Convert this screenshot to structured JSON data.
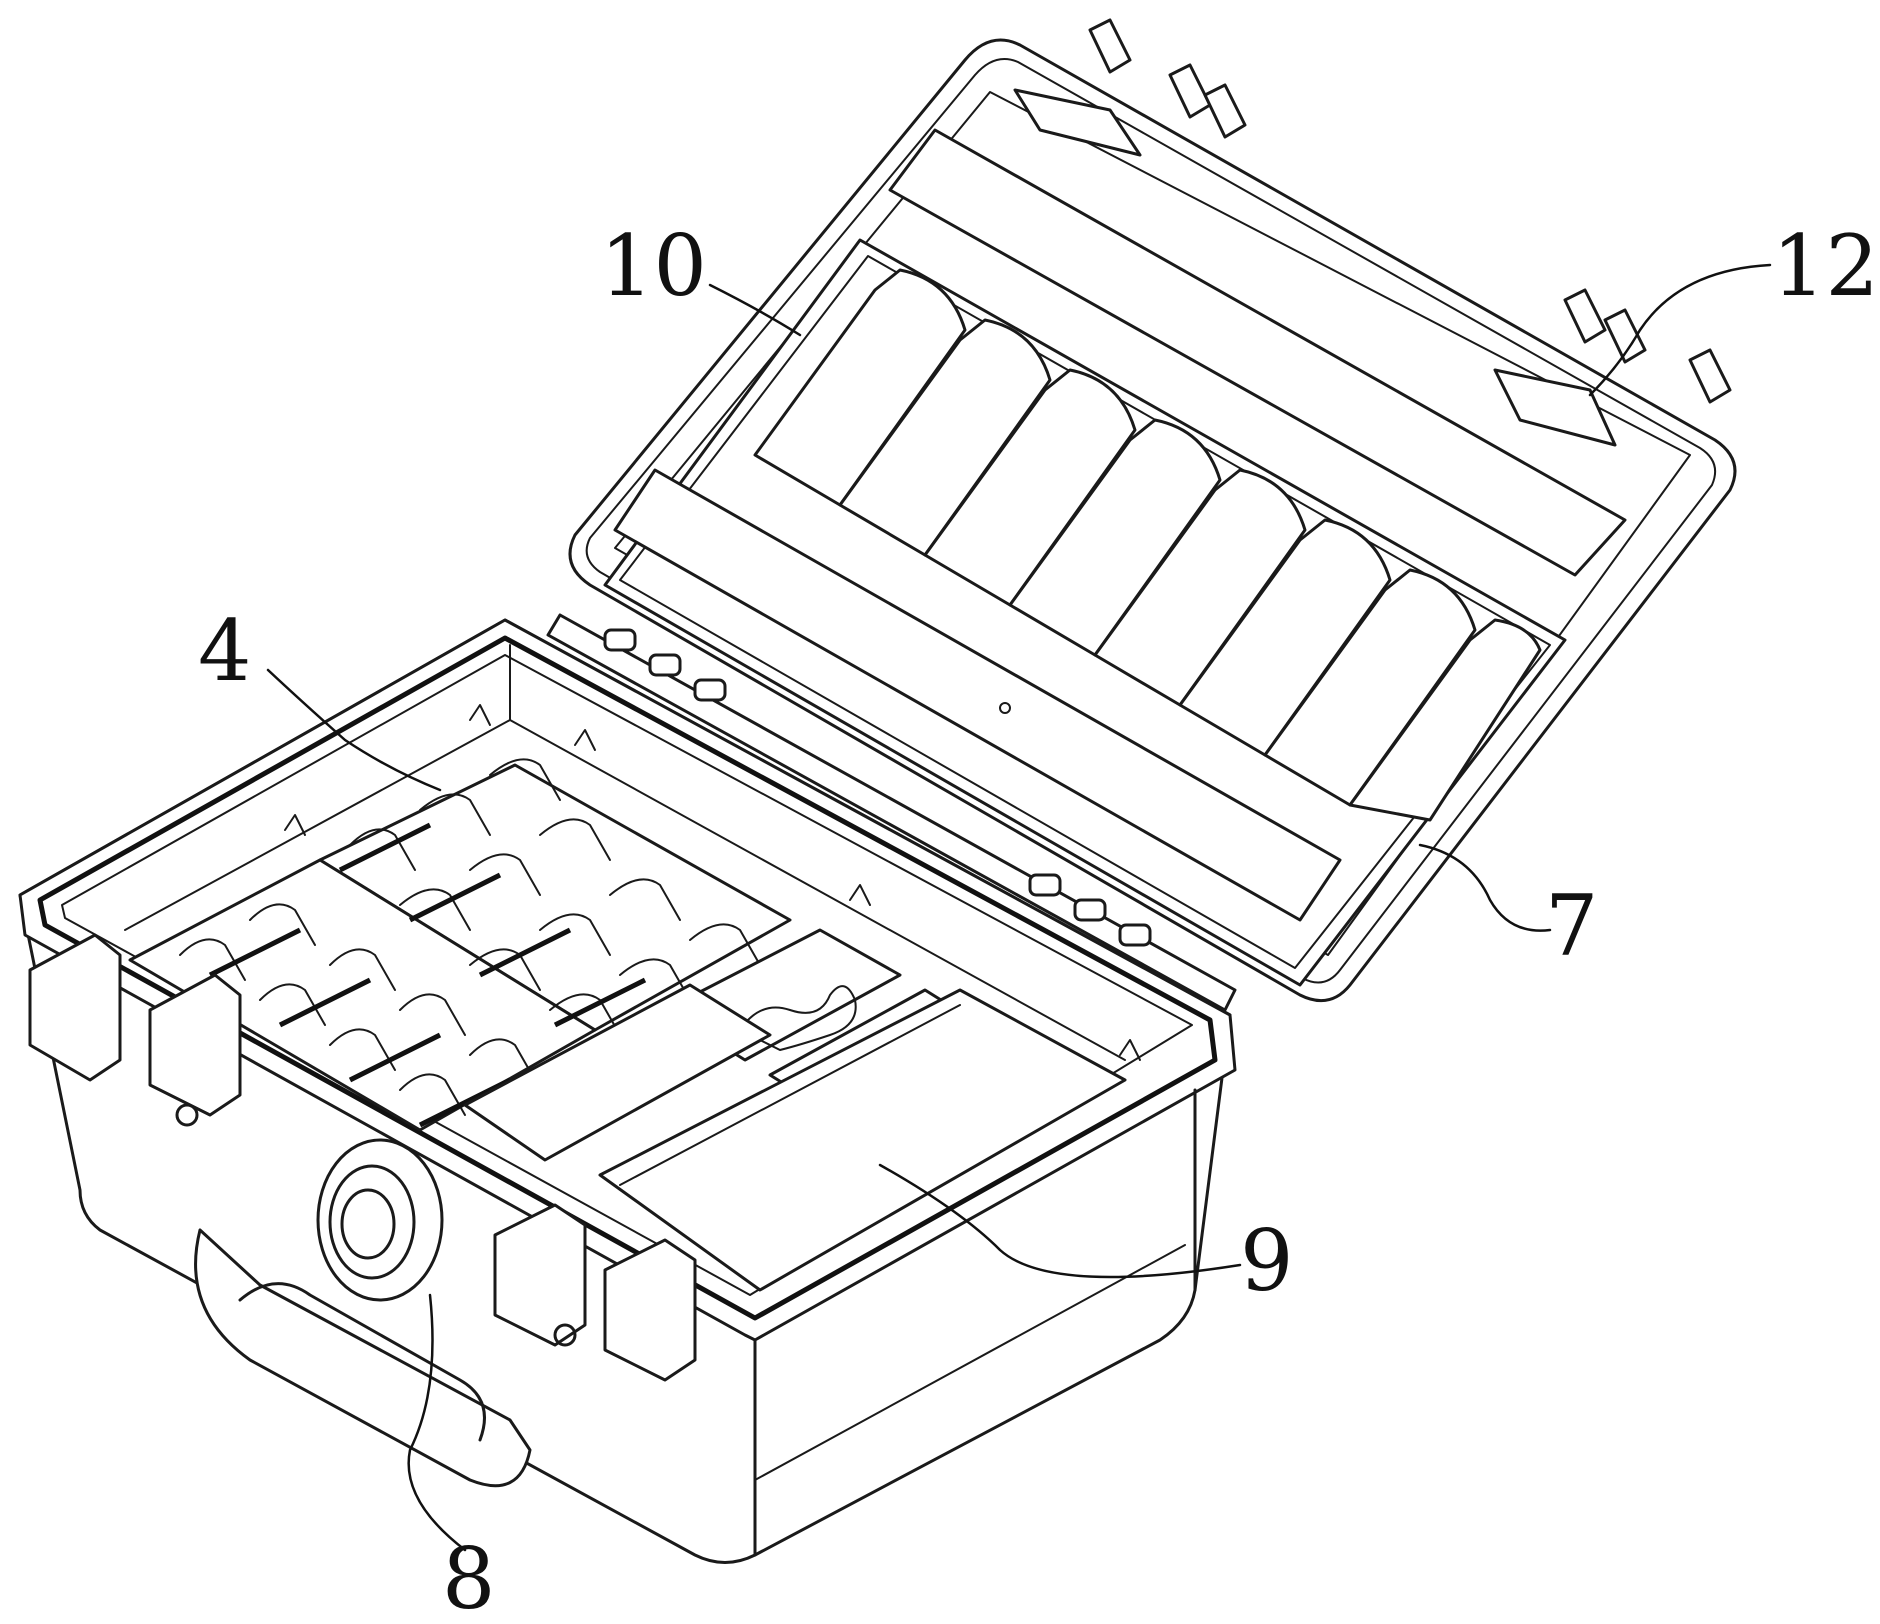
{
  "figure": {
    "callouts": [
      {
        "id": "c4",
        "label": "4"
      },
      {
        "id": "c7",
        "label": "7"
      },
      {
        "id": "c8",
        "label": "8"
      },
      {
        "id": "c9",
        "label": "9"
      },
      {
        "id": "c10",
        "label": "10"
      },
      {
        "id": "c12",
        "label": "12"
      }
    ]
  }
}
